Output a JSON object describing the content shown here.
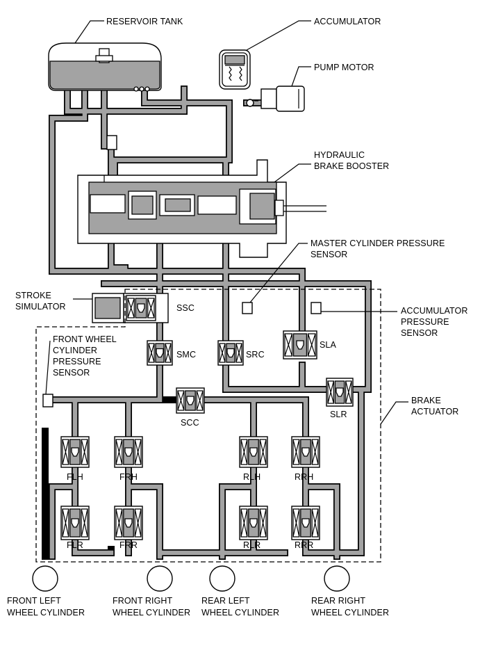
{
  "labels": {
    "reservoir_tank": "RESERVOIR TANK",
    "accumulator": "ACCUMULATOR",
    "pump_motor": "PUMP MOTOR",
    "hydraulic_brake_booster": [
      "HYDRAULIC",
      "BRAKE BOOSTER"
    ],
    "master_cylinder_pressure_sensor": [
      "MASTER CYLINDER PRESSURE",
      "SENSOR"
    ],
    "stroke_simulator": [
      "STROKE",
      "SIMULATOR"
    ],
    "accumulator_pressure_sensor": [
      "ACCUMULATOR",
      "PRESSURE",
      "SENSOR"
    ],
    "front_wheel_cylinder_pressure_sensor": [
      "FRONT WHEEL",
      "CYLINDER",
      "PRESSURE",
      "SENSOR"
    ],
    "brake_actuator": [
      "BRAKE",
      "ACTUATOR"
    ]
  },
  "valves": {
    "ssc": "SSC",
    "smc": "SMC",
    "src": "SRC",
    "sla": "SLA",
    "scc": "SCC",
    "slr": "SLR",
    "flh": "FLH",
    "frh": "FRH",
    "rlh": "RLH",
    "rrh": "RRH",
    "flr": "FLR",
    "frr": "FRR",
    "rlr": "RLR",
    "rrr": "RRR"
  },
  "wheels": {
    "front_left": [
      "FRONT LEFT",
      "WHEEL CYLINDER"
    ],
    "front_right": [
      "FRONT RIGHT",
      "WHEEL CYLINDER"
    ],
    "rear_left": [
      "REAR LEFT",
      "WHEEL CYLINDER"
    ],
    "rear_right": [
      "REAR RIGHT",
      "WHEEL CYLINDER"
    ]
  },
  "colors": {
    "fluid": "#a3a3a3",
    "line": "#000000",
    "background": "#ffffff"
  }
}
